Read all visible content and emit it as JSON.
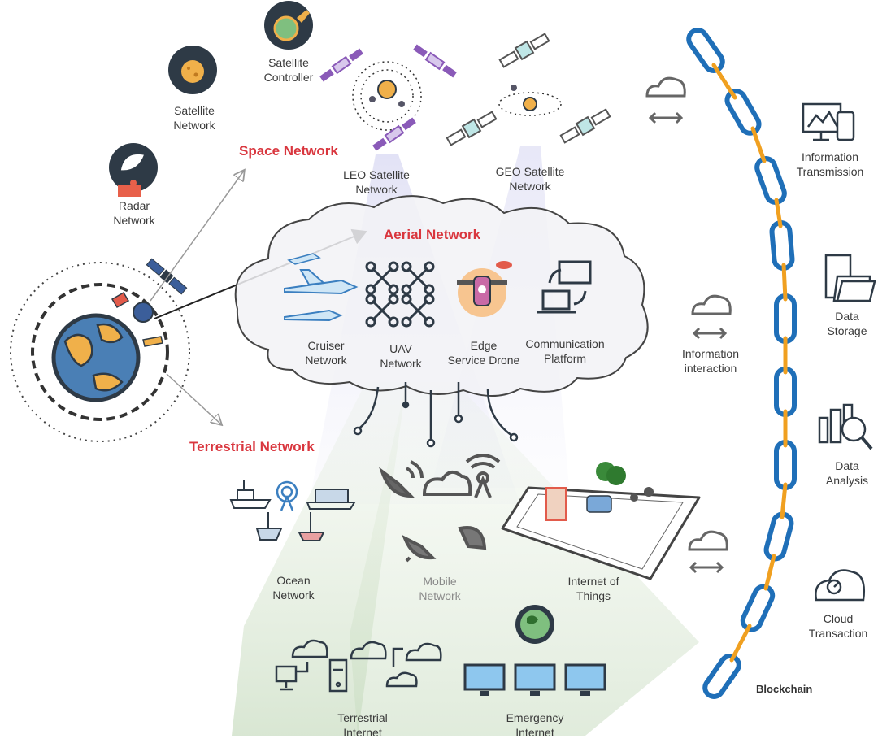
{
  "colors": {
    "accent_red": "#d9363e",
    "chain_blue": "#1f6fb8",
    "chain_orange": "#f0a020",
    "icon_dark": "#2e3a46",
    "earth_blue": "#4a7fb5",
    "earth_land": "#f0b04a",
    "satellite_purple": "#8a5ab8",
    "beam_purple": "#c9c9ec",
    "beam_green": "#d8e8d0"
  },
  "networks": {
    "space": "Space Network",
    "aerial": "Aerial Network",
    "terrestrial": "Terrestrial Network"
  },
  "space_nodes": {
    "satellite_controller": "Satellite\nController",
    "satellite_network": "Satellite\nNetwork",
    "radar_network": "Radar\nNetwork",
    "leo": "LEO Satellite\nNetwork",
    "geo": "GEO Satellite\nNetwork"
  },
  "aerial_nodes": {
    "cruiser": "Cruiser\nNetwork",
    "uav": "UAV\nNetwork",
    "edge": "Edge\nService Drone",
    "comm": "Communication\nPlatform"
  },
  "terrestrial_nodes": {
    "ocean": "Ocean\nNetwork",
    "mobile": "Mobile\nNetwork",
    "iot": "Internet of\nThings",
    "terrestrial_internet": "Terrestrial\nInternet",
    "emergency_internet": "Emergency\nInternet"
  },
  "right_panel": {
    "info_transmission": "Information\nTransmission",
    "data_storage": "Data\nStorage",
    "data_analysis": "Data\nAnalysis",
    "cloud_transaction": "Cloud\nTransaction",
    "info_interaction": "Information\ninteraction",
    "blockchain": "Blockchain"
  },
  "icons": [
    "earth-icon",
    "satellite-icon",
    "radar-dish-icon",
    "rocket-icon",
    "planet-icon",
    "airplane-icon",
    "drone-icon",
    "laptop-icon",
    "ship-icon",
    "antenna-icon",
    "cloud-icon",
    "smartphone-icon",
    "computer-icon",
    "server-icon",
    "globe-icon",
    "chain-link-icon",
    "folder-icon",
    "magnifier-icon",
    "monitor-icon",
    "arrows-icon"
  ]
}
